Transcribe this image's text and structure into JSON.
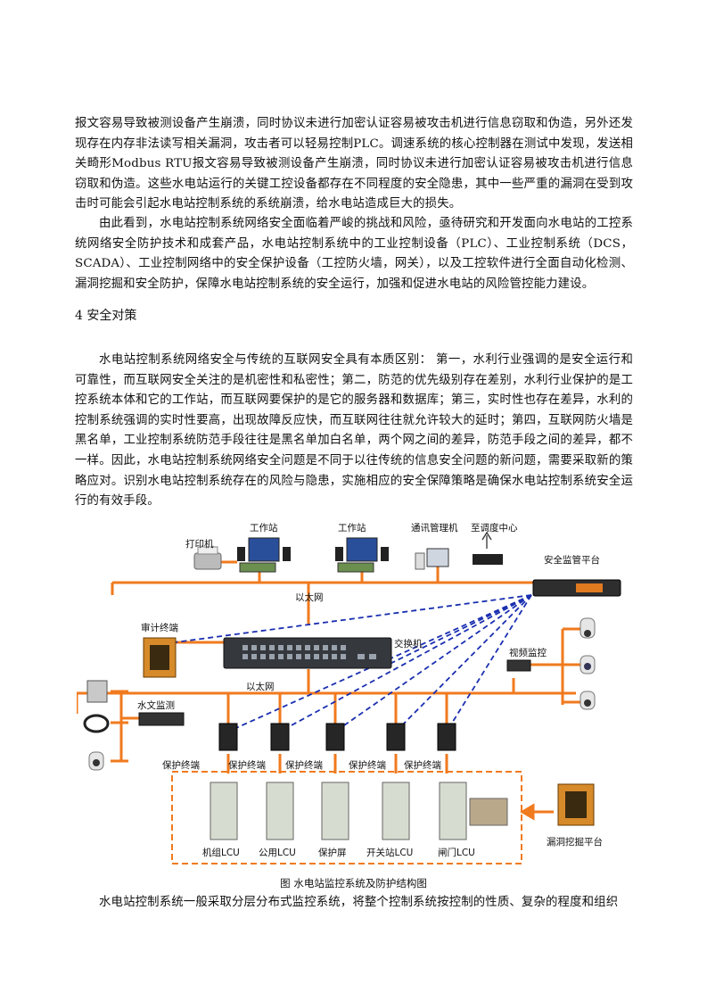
{
  "body": {
    "p1": "报文容易导致被测设备产生崩溃，同时协议未进行加密认证容易被攻击机进行信息窃取和伪造，另外还发现存在内存非法读写相关漏洞，攻击者可以轻易控制PLC。调速系统的核心控制器在测试中发现，发送相关畸形Modbus RTU报文容易导致被测设备产生崩溃，同时协议未进行加密认证容易被攻击机进行信息窃取和伪造。这些水电站运行的关键工控设备都存在不同程度的安全隐患，其中一些严重的漏洞在受到攻击时可能会引起水电站控制系统的系统崩溃，给水电站造成巨大的损失。",
    "p2": "由此看到，水电站控制系统网络安全面临着严峻的挑战和风险，亟待研究和开发面向水电站的工控系统网络安全防护技术和成套产品，水电站控制系统中的工业控制设备（PLC）、工业控制系统（DCS，SCADA）、工业控制网络中的安全保护设备（工控防火墙，网关），以及工控软件进行全面自动化检测、漏洞挖掘和安全防护，保障水电站控制系统的安全运行，加强和促进水电站的风险管控能力建设。",
    "heading": "4  安全对策",
    "p3": "水电站控制系统网络安全与传统的互联网安全具有本质区别：  第一，水利行业强调的是安全运行和可靠性，而互联网安全关注的是机密性和私密性；第二，防范的优先级别存在差别，水利行业保护的是工控系统本体和它的工作站，而互联网要保护的是它的服务器和数据库；第三，实时性也存在差异，水利的控制系统强调的实时性要高，出现故障反应快，而互联网往往就允许较大的延时；第四，互联网防火墙是黑名单，工业控制系统防范手段往往是黑名单加白名单，两个网之间的差异，防范手段之间的差异，都不一样。因此，水电站控制系统网络安全问题是不同于以往传统的信息安全问题的新问题，需要采取新的策略应对。识别水电站控制系统存在的风险与隐患，实施相应的安全保障策略是确保水电站控制系统安全运行的有效手段。",
    "p4": "水电站控制系统一般采取分层分布式监控系统，将整个控制系统按控制的性质、复杂的程度和组织"
  },
  "diagram": {
    "workstation_1": "工作站",
    "workstation_2": "工作站",
    "printer": "打印机",
    "comm_manager": "通讯管理机",
    "to_dispatch": "至调度中心",
    "security_platform": "安全监管平台",
    "ethernet_top": "以太网",
    "audit_terminal": "审计终端",
    "switch": "交换机",
    "video_monitor": "视频监控",
    "ethernet_bottom": "以太网",
    "hydro_monitor": "水文监测",
    "protect_terminals": [
      "保护终端",
      "保护终端",
      "保护终端",
      "保护终端",
      "保护终端"
    ],
    "cabinets": [
      "机组LCU",
      "公用LCU",
      "保护屏",
      "开关站LCU",
      "闸门LCU"
    ],
    "vuln_platform": "漏洞挖掘平台",
    "colors": {
      "network_line": "#f07a1e",
      "security_link": "#1a2fb0",
      "zone_border": "#f07a1e"
    }
  },
  "caption": "图  水电站监控系统及防护结构图"
}
